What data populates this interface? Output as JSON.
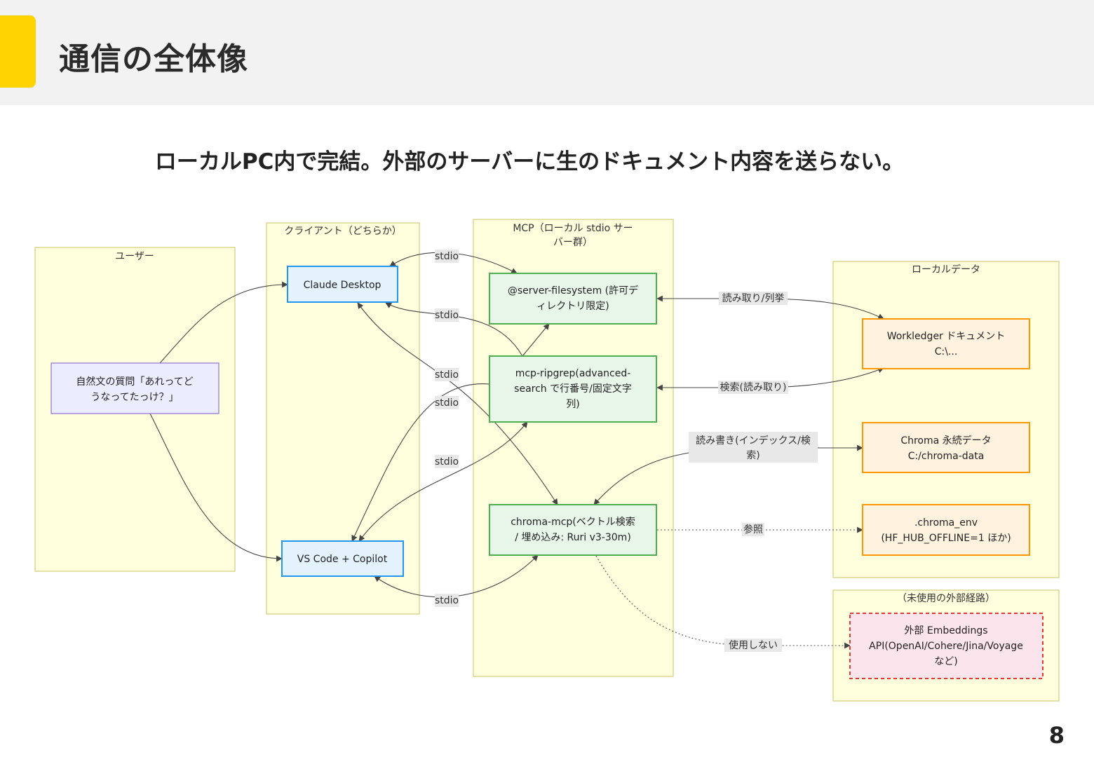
{
  "header": {
    "title": "通信の全体像",
    "accent_color": "#ffd300"
  },
  "subtitle": "ローカルPC内で完結。外部のサーバーに生のドキュメント内容を送らない。",
  "page_number": "8",
  "diagram": {
    "groups": {
      "user": {
        "label": "ユーザー"
      },
      "clients": {
        "label": "クライアント（どちらか）"
      },
      "mcp": {
        "label_line1": "MCP（ローカル stdio サー",
        "label_line2": "バー群）"
      },
      "local_data": {
        "label": "ローカルデータ"
      },
      "unused": {
        "label": "（未使用の外部経路）"
      }
    },
    "nodes": {
      "question": {
        "line1": "自然文の質問「あれってど",
        "line2": "うなってたっけ？」"
      },
      "claude": {
        "label": "Claude Desktop"
      },
      "vscode": {
        "label": "VS Code + Copilot"
      },
      "filesystem": {
        "line1": "@server-filesystem (許可デ",
        "line2": "ィレクトリ限定)"
      },
      "ripgrep": {
        "line1": "mcp-ripgrep(advanced-",
        "line2": "search で行番号/固定文字",
        "line3": "列)"
      },
      "chroma_mcp": {
        "line1": "chroma-mcp(ベクトル検索",
        "line2": "/ 埋め込み: Ruri v3-30m)"
      },
      "workledger": {
        "line1": "Workledger ドキュメント",
        "line2": "C:\\..."
      },
      "chroma_data": {
        "line1": "Chroma 永続データ",
        "line2": "C:/chroma-data"
      },
      "chroma_env": {
        "line1": ".chroma_env",
        "line2": "(HF_HUB_OFFLINE=1 ほか)"
      },
      "external_api": {
        "line1": "外部 Embeddings",
        "line2": "API(OpenAI/Cohere/Jina/Voyage",
        "line3": "など)"
      }
    },
    "edge_labels": {
      "stdio": "stdio",
      "read_list": "読み取り/列挙",
      "search_read": "検索(読み取り)",
      "readwrite_line1": "読み書き(インデックス/検",
      "readwrite_line2": "索)",
      "reference": "参照",
      "not_used": "使用しない"
    },
    "colors": {
      "client_fill": "#e3f2fd",
      "client_stroke": "#2196f3",
      "mcp_fill": "#e8f5e9",
      "mcp_stroke": "#4caf50",
      "data_fill": "#fff3e0",
      "data_stroke": "#ff9800",
      "external_fill": "#fce4ec",
      "external_stroke": "#e53935",
      "question_fill": "#ececff",
      "question_stroke": "#9370db"
    }
  }
}
